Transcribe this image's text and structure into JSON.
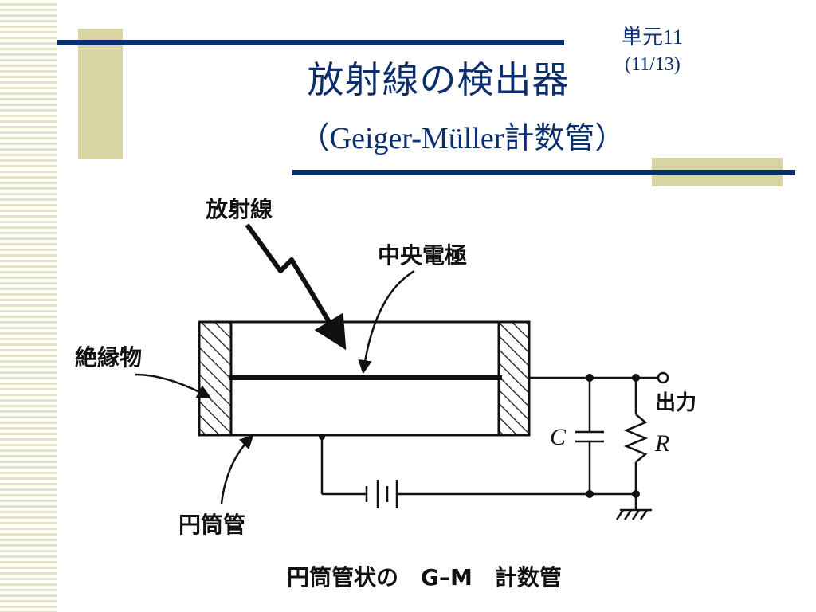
{
  "slide": {
    "unit_label": "単元11",
    "page_label": "(11/13)",
    "title": "放射線の検出器",
    "subtitle": "（Geiger-Müller計数管）"
  },
  "diagram": {
    "labels": {
      "radiation": "放射線",
      "center_electrode": "中央電極",
      "insulator": "絶縁物",
      "cylinder": "円筒管",
      "output": "出力",
      "capacitor": "C",
      "resistor": "R"
    },
    "caption": "円筒管状の　G–M　計数管"
  },
  "colors": {
    "accent_navy": "#0a2e6e",
    "accent_olive": "#d8d4a4"
  }
}
